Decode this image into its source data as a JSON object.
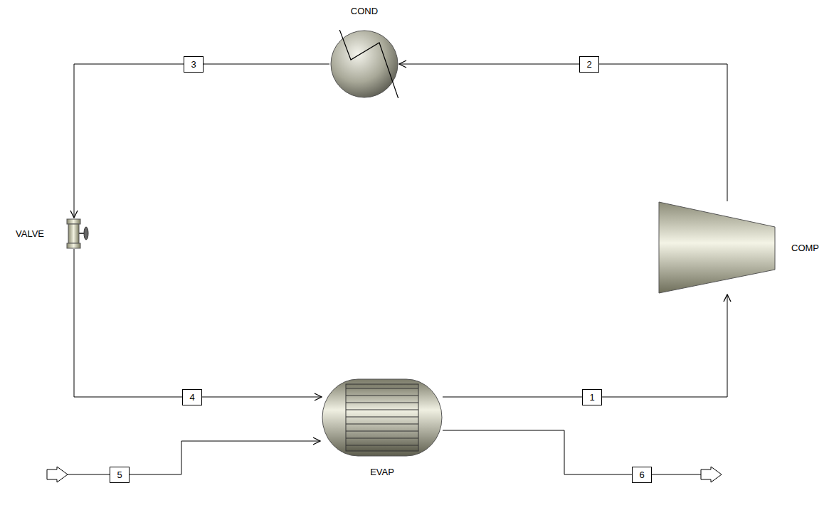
{
  "diagram": {
    "nodes": [
      {
        "text": [
          "COND"
        ]
      },
      {
        "text": [
          "VALVE"
        ]
      },
      {
        "text": [
          "COMP"
        ]
      },
      {
        "text": [
          "EVAP"
        ]
      }
    ],
    "edges": [
      {
        "from": 2,
        "to": 0,
        "arrow": "to",
        "label": "2"
      },
      {
        "from": 0,
        "to": 1,
        "arrow": "to",
        "label": "3"
      },
      {
        "from": 1,
        "to": 3,
        "arrow": "to",
        "label": "4"
      },
      {
        "from": 3,
        "to": 2,
        "arrow": "to",
        "label": "1"
      }
    ],
    "labels": [
      "5",
      "6"
    ]
  }
}
